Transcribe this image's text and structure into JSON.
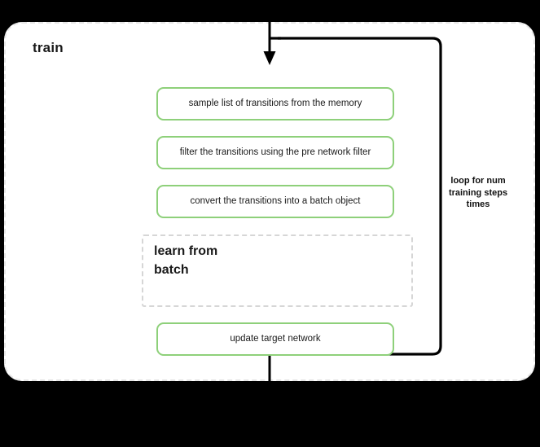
{
  "diagram": {
    "container": {
      "title": "train",
      "border_style": "dashed",
      "border_color": "#e6e6e6",
      "background": "#ffffff"
    },
    "accent_color": "#8ed07a",
    "connector_color": "#000000",
    "steps": [
      {
        "id": "sample",
        "label": "sample list of transitions from the memory",
        "style": "solid-green"
      },
      {
        "id": "filter",
        "label": "filter the transitions using the pre network filter",
        "style": "solid-green"
      },
      {
        "id": "convert",
        "label": "convert the transitions into a batch object",
        "style": "solid-green"
      },
      {
        "id": "update",
        "label": "update target network",
        "style": "solid-green"
      }
    ],
    "subprocess": {
      "id": "learn-from-batch",
      "title": "learn from batch",
      "style": "dashed"
    },
    "loop": {
      "label": "loop for num training steps times",
      "label_lines": [
        "loop for num",
        "training steps",
        "times"
      ]
    }
  }
}
